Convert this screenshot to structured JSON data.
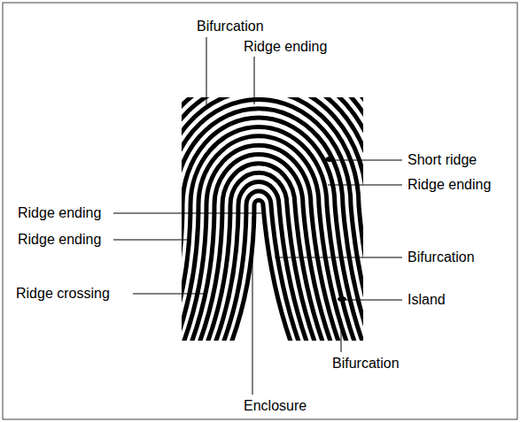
{
  "diagram": {
    "labels": [
      "Bifurcation",
      "Ridge ending",
      "Short ridge",
      "Ridge ending",
      "Ridge ending",
      "Ridge ending",
      "Bifurcation",
      "Ridge crossing",
      "Island",
      "Bifurcation",
      "Enclosure"
    ]
  }
}
